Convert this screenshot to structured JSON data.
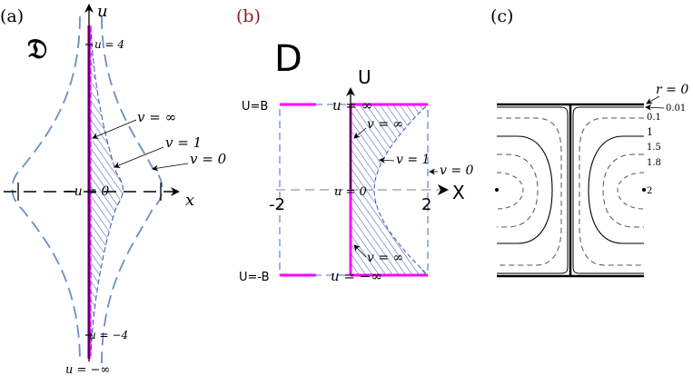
{
  "colors": {
    "magenta": "#ff00ff",
    "dashed_blue": "#6a8fc4",
    "hatch_blue": "#3a50b4",
    "panel_b_label": "#8b1a1a",
    "black": "#000000"
  },
  "panel_a": {
    "label": "(a)",
    "domain_symbol": "𝔇",
    "axis_u": "u",
    "axis_x": "x",
    "u_top_tick": "u = 4",
    "u_bottom_tick": "u = −4",
    "u_bottom_inf": "u = −∞",
    "u_zero": "−u = 0",
    "v_inf": "v = ∞",
    "v_one": "v = 1",
    "v_zero": "v = 0"
  },
  "panel_b": {
    "label": "(b)",
    "domain_symbol": "D",
    "axis_U": "U",
    "axis_X": "X",
    "tick_left": "-2",
    "tick_right": "2",
    "U_top": "U=B",
    "U_bottom": "U=-B",
    "u_inf_top": "u = ∞",
    "u_inf_bottom": "u = −∞",
    "u_zero": "u = 0",
    "v_inf_top": "v = ∞",
    "v_inf_bottom": "v = ∞",
    "v_one": "v = 1",
    "v_zero": "v = 0"
  },
  "panel_c": {
    "label": "(c)",
    "r_top": "r = 0",
    "contour_labels": [
      "0.01",
      "0.1",
      "1",
      "1.5",
      "1.8",
      "2"
    ]
  }
}
